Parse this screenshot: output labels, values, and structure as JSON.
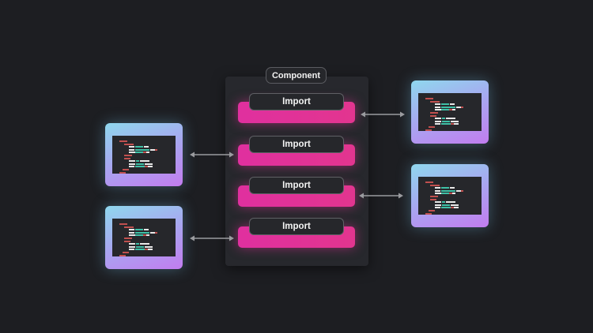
{
  "diagram": {
    "component_label": "Component",
    "imports": [
      {
        "label": "Import"
      },
      {
        "label": "Import"
      },
      {
        "label": "Import"
      },
      {
        "label": "Import"
      }
    ],
    "files": [
      {
        "side": "left",
        "icon": "code-file-icon"
      },
      {
        "side": "left",
        "icon": "code-file-icon"
      },
      {
        "side": "right",
        "icon": "code-file-icon"
      },
      {
        "side": "right",
        "icon": "code-file-icon"
      }
    ],
    "connections": [
      {
        "from": "left-file-1",
        "to": "import-2",
        "type": "bidirectional"
      },
      {
        "from": "left-file-2",
        "to": "import-4",
        "type": "bidirectional"
      },
      {
        "from": "right-file-1",
        "to": "import-1",
        "type": "bidirectional"
      },
      {
        "from": "right-file-2",
        "to": "import-3",
        "type": "bidirectional"
      }
    ],
    "colors": {
      "background": "#1d1e22",
      "panel": "#27282d",
      "import_bar": "#e0309f",
      "card_gradient_start": "#8fd8ee",
      "card_gradient_end": "#c27cef",
      "arrow": "#9a9b9f"
    }
  }
}
